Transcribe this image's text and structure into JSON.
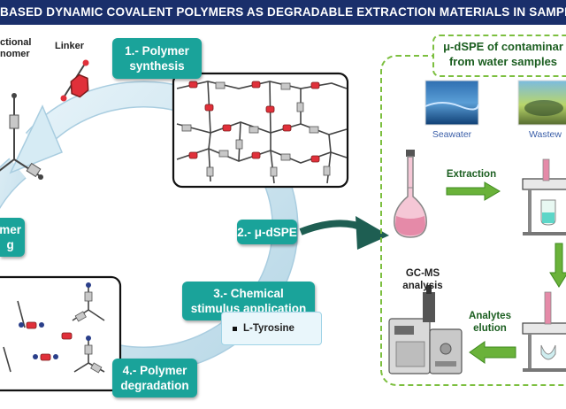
{
  "banner": {
    "title": "BASED DYNAMIC COVALENT POLYMERS AS DEGRADABLE EXTRACTION MATERIALS IN SAMPLE P"
  },
  "left_cycle": {
    "functional_monomer_label": "ctional\nnomer",
    "linker_label": "Linker",
    "step1": "1.- Polymer\nsynthesis",
    "step2": "2.- μ-dSPE",
    "step3": "3.- Chemical\nstimulus application",
    "step4": "4.- Polymer\ndegradation",
    "recycling_partial": "mer\ng",
    "stimulus_item": "L-Tyrosine"
  },
  "right_panel": {
    "title": "μ-dSPE of contaminar\nfrom water samples",
    "seawater_label": "Seawater",
    "wastewater_label": "Wastew",
    "extraction_label": "Extraction",
    "gcms_label": "GC-MS\nanalysis",
    "elution_label": "Analytes\nelution"
  },
  "colors": {
    "banner": "#1a2f6b",
    "teal": "#1aa39a",
    "ring": "#cfe6f1",
    "green_arrow": "#6ab23a",
    "dark_arrow": "#1e5e52",
    "linker_red": "#e0303a",
    "panel_dash": "#7cbf3f"
  },
  "icons": [
    "monomer-icon",
    "linker-icon",
    "flask-icon",
    "gc-ms-instrument-icon",
    "extraction-setup-icon"
  ]
}
